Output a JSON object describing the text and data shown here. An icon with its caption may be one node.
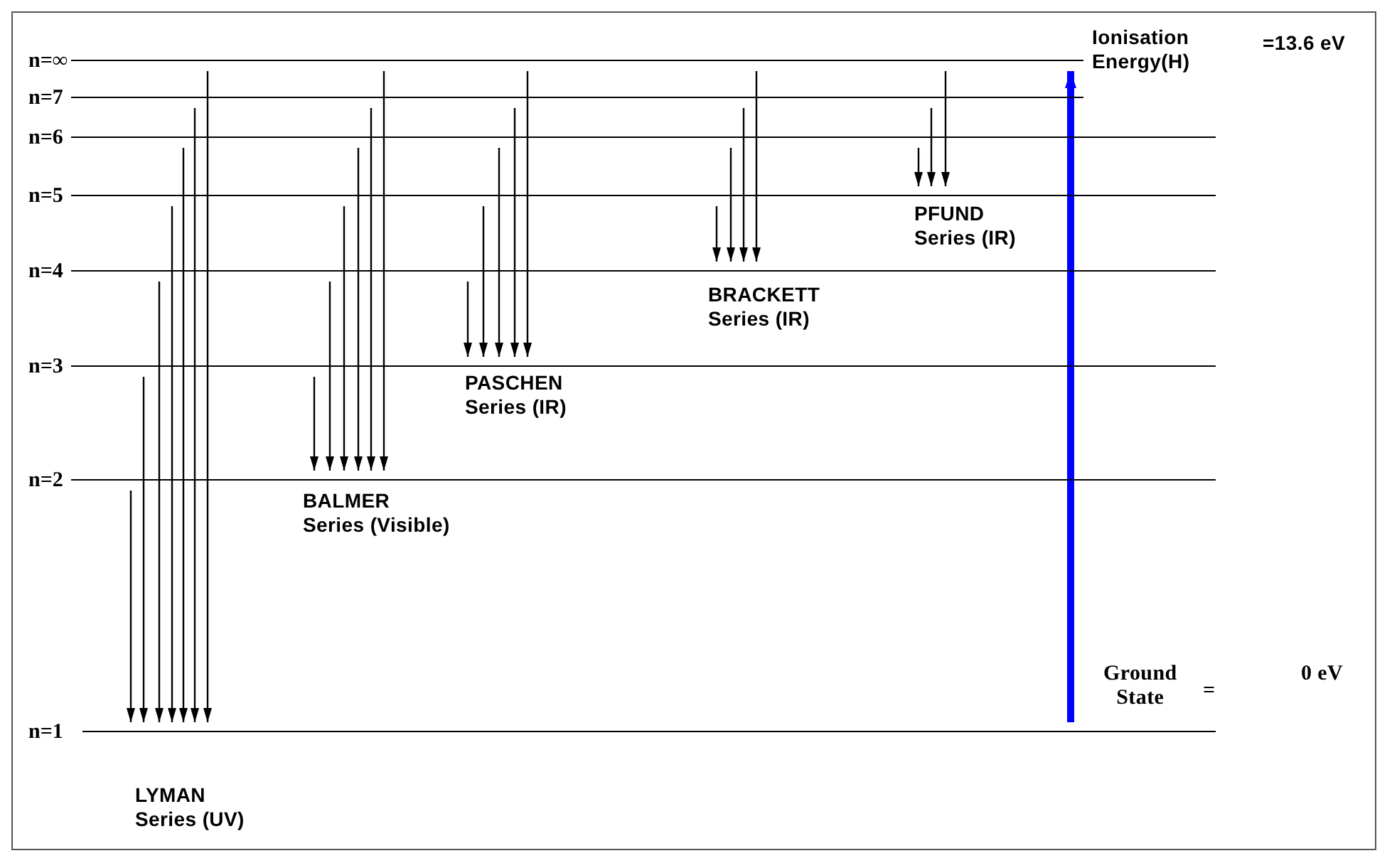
{
  "diagram": {
    "nodes": [
      {
        "text": [
          "n=∞"
        ]
      },
      {
        "text": [
          "n=7"
        ]
      },
      {
        "text": [
          "n=6"
        ]
      },
      {
        "text": [
          "n=5"
        ]
      },
      {
        "text": [
          "n=4"
        ]
      },
      {
        "text": [
          "n=3"
        ]
      },
      {
        "text": [
          "n=2"
        ]
      },
      {
        "text": [
          "n=1"
        ]
      }
    ],
    "edges": [
      {
        "from": 6,
        "to": 7,
        "arrow": "to"
      },
      {
        "from": 5,
        "to": 7,
        "arrow": "to"
      },
      {
        "from": 4,
        "to": 7,
        "arrow": "to"
      },
      {
        "from": 3,
        "to": 7,
        "arrow": "to"
      },
      {
        "from": 2,
        "to": 7,
        "arrow": "to"
      },
      {
        "from": 1,
        "to": 7,
        "arrow": "to"
      },
      {
        "from": 0,
        "to": 7,
        "arrow": "to"
      },
      {
        "from": 5,
        "to": 6,
        "arrow": "to"
      },
      {
        "from": 4,
        "to": 6,
        "arrow": "to"
      },
      {
        "from": 3,
        "to": 6,
        "arrow": "to"
      },
      {
        "from": 2,
        "to": 6,
        "arrow": "to"
      },
      {
        "from": 1,
        "to": 6,
        "arrow": "to"
      },
      {
        "from": 0,
        "to": 6,
        "arrow": "to"
      },
      {
        "from": 4,
        "to": 5,
        "arrow": "to"
      },
      {
        "from": 3,
        "to": 5,
        "arrow": "to"
      },
      {
        "from": 2,
        "to": 5,
        "arrow": "to"
      },
      {
        "from": 1,
        "to": 5,
        "arrow": "to"
      },
      {
        "from": 0,
        "to": 5,
        "arrow": "to"
      },
      {
        "from": 3,
        "to": 4,
        "arrow": "to"
      },
      {
        "from": 2,
        "to": 4,
        "arrow": "to"
      },
      {
        "from": 1,
        "to": 4,
        "arrow": "to"
      },
      {
        "from": 0,
        "to": 4,
        "arrow": "to"
      },
      {
        "from": 2,
        "to": 3,
        "arrow": "to"
      },
      {
        "from": 1,
        "to": 3,
        "arrow": "to"
      },
      {
        "from": 0,
        "to": 3,
        "arrow": "to"
      },
      {
        "from": 7,
        "to": 0,
        "arrow": "to",
        "style": "thick",
        "color": "#0000ff"
      }
    ],
    "labels": [
      "Ionisation Energy(H)",
      "=13.6 eV",
      "PFUND Series (IR)",
      "BRACKETT Series (IR)",
      "PASCHEN Series (IR)",
      "BALMER Series (Visible)",
      "Ground State",
      "=",
      "0 eV",
      "LYMAN Series (UV)"
    ]
  }
}
